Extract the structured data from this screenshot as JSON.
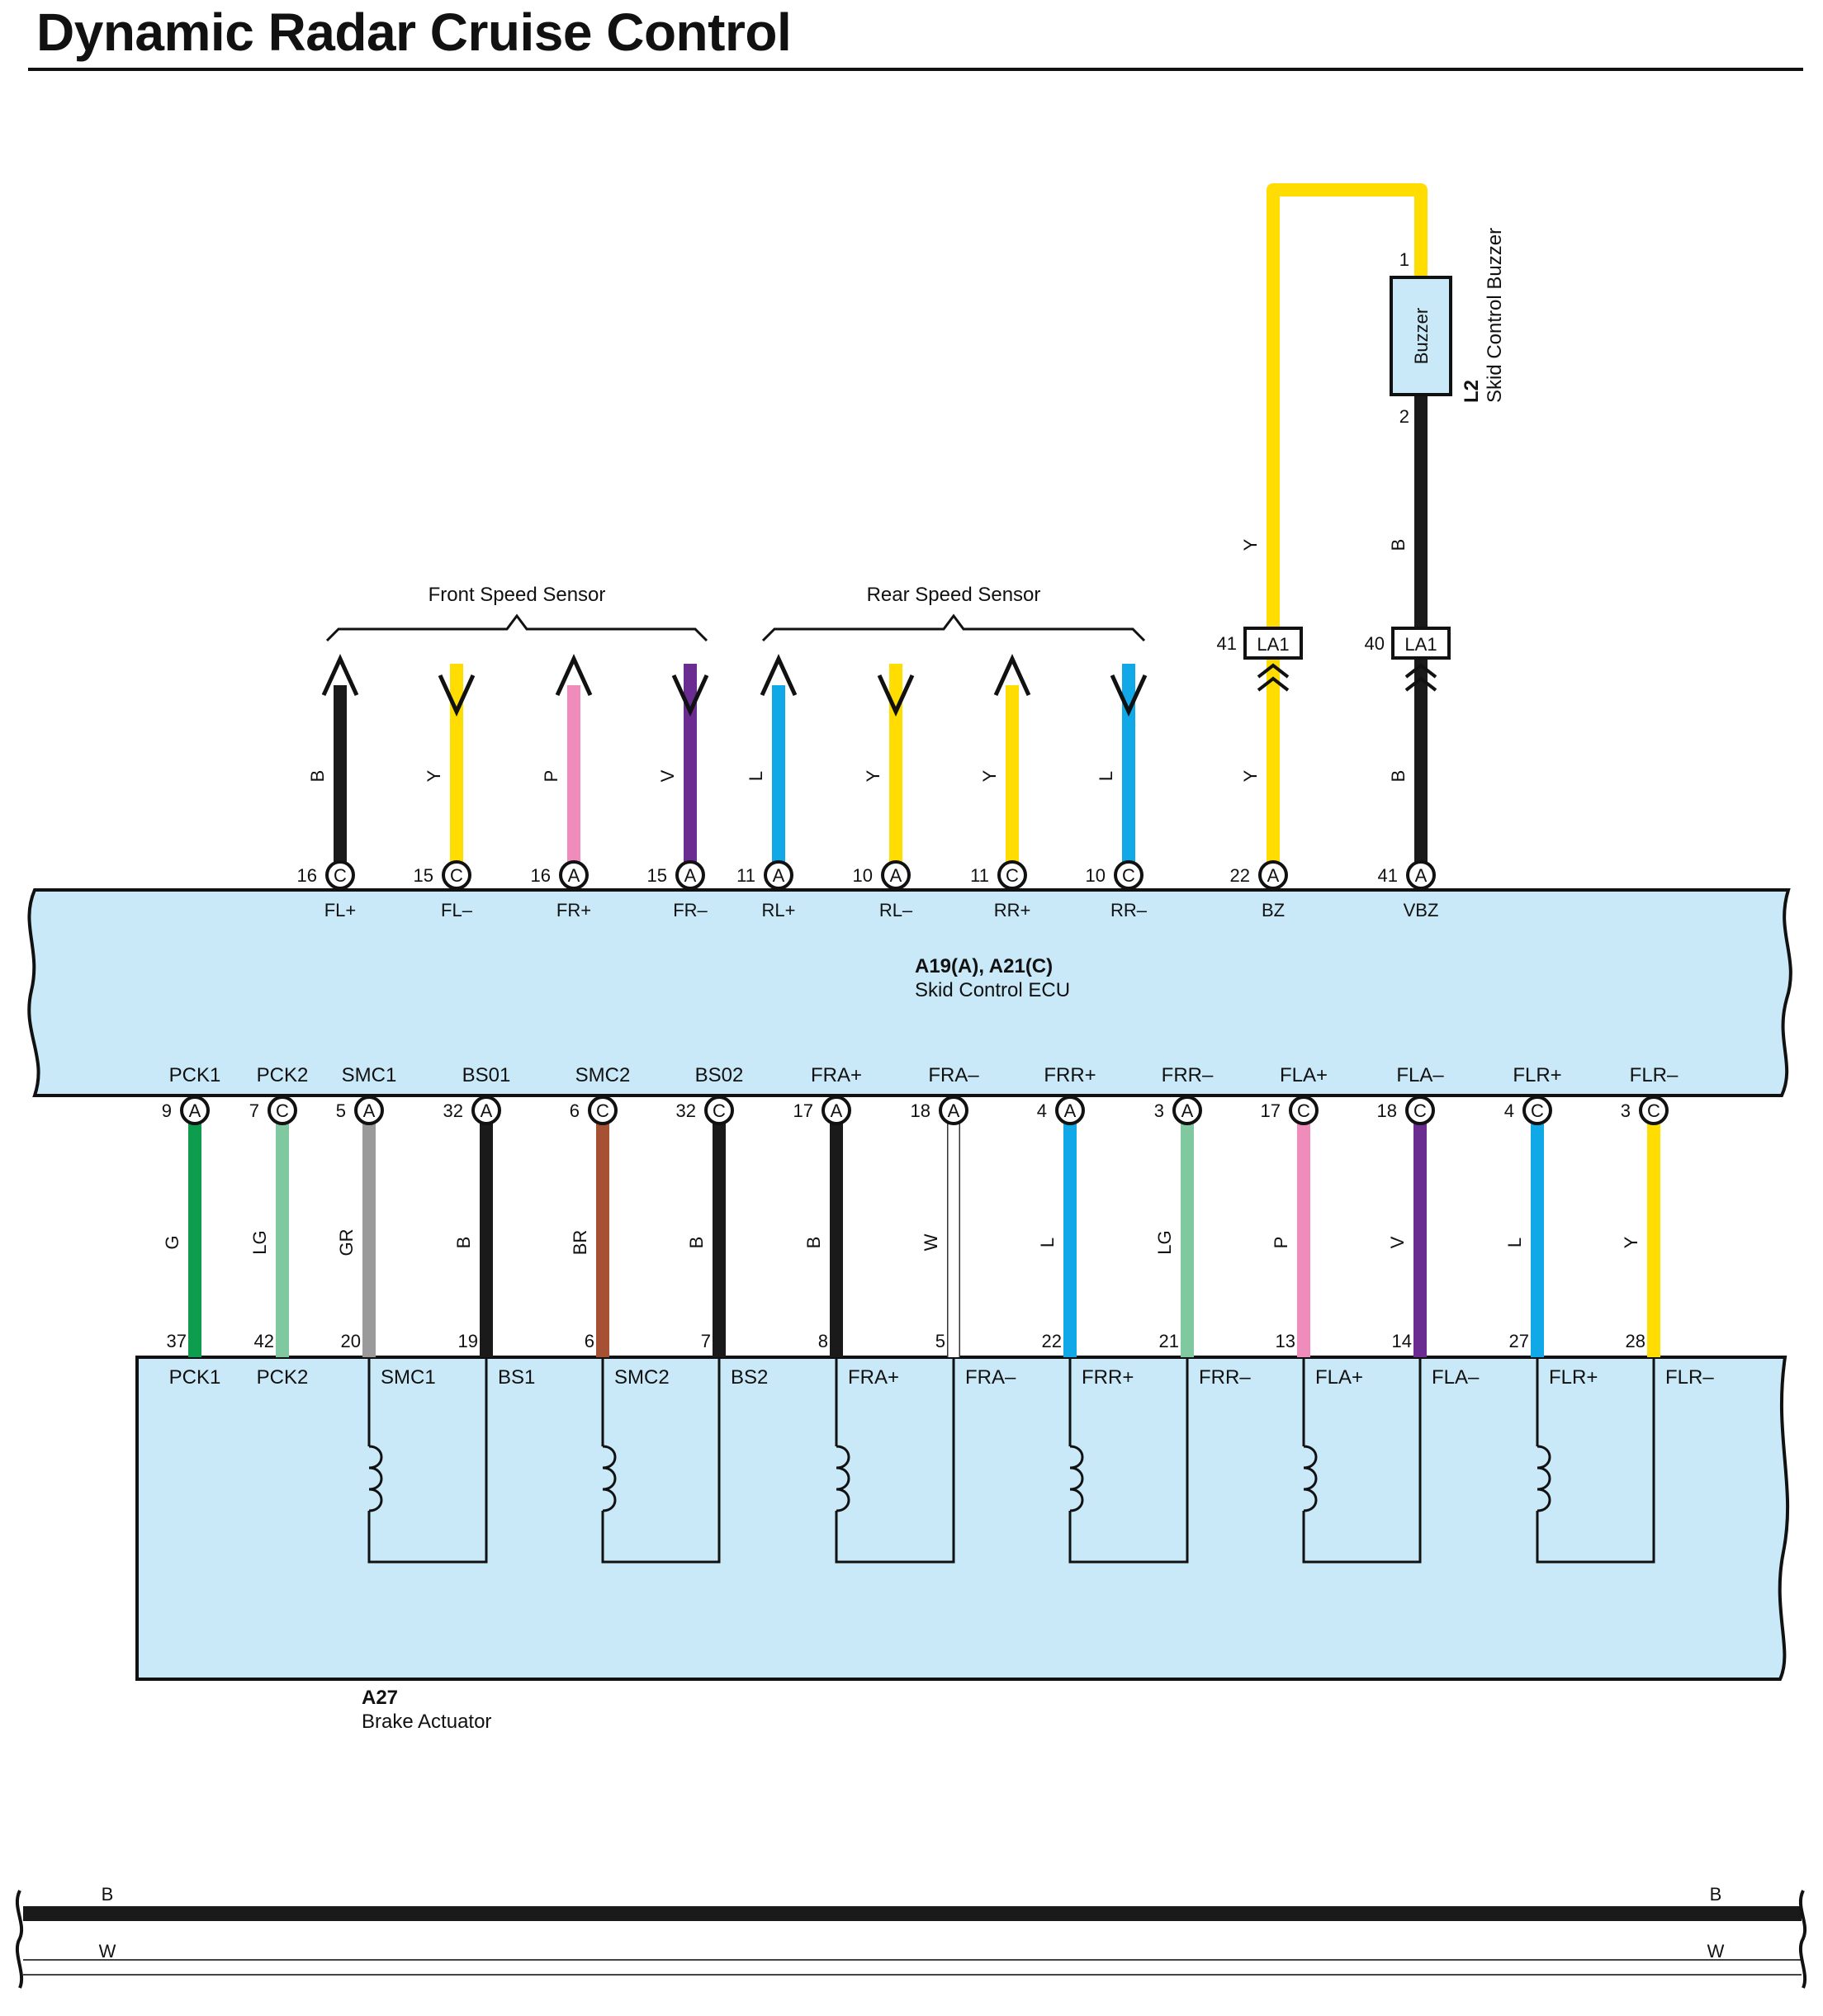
{
  "title": "Dynamic Radar Cruise Control",
  "colors": {
    "B": "#1a1a1a",
    "Y": "#ffdd00",
    "P": "#f08cbc",
    "V": "#6a2c91",
    "L": "#10a8e6",
    "G": "#0e9c4e",
    "LG": "#80c8a0",
    "GR": "#9a9a9a",
    "BR": "#a65133",
    "W": "#ffffff",
    "box_fill": "#c9e9f8"
  },
  "buzzer": {
    "label": "Buzzer",
    "code": "L2",
    "name": "Skid Control Buzzer",
    "pin_top": "1",
    "pin_bottom": "2"
  },
  "groups": {
    "front": "Front Speed Sensor",
    "rear": "Rear Speed Sensor"
  },
  "junctions": [
    {
      "pin": "41",
      "label": "LA1",
      "wire_above": "Y",
      "wire_below": "Y"
    },
    {
      "pin": "40",
      "label": "LA1",
      "wire_above": "B",
      "wire_below": "B"
    }
  ],
  "ecu": {
    "code": "A19(A), A21(C)",
    "name": "Skid Control ECU",
    "top_pins": [
      {
        "pin": "16",
        "conn": "C",
        "label": "FL+",
        "wire": "B",
        "arrow": "up"
      },
      {
        "pin": "15",
        "conn": "C",
        "label": "FL–",
        "wire": "Y",
        "arrow": "down"
      },
      {
        "pin": "16",
        "conn": "A",
        "label": "FR+",
        "wire": "P",
        "arrow": "up"
      },
      {
        "pin": "15",
        "conn": "A",
        "label": "FR–",
        "wire": "V",
        "arrow": "down"
      },
      {
        "pin": "11",
        "conn": "A",
        "label": "RL+",
        "wire": "L",
        "arrow": "up"
      },
      {
        "pin": "10",
        "conn": "A",
        "label": "RL–",
        "wire": "Y",
        "arrow": "down"
      },
      {
        "pin": "11",
        "conn": "C",
        "label": "RR+",
        "wire": "Y",
        "arrow": "up"
      },
      {
        "pin": "10",
        "conn": "C",
        "label": "RR–",
        "wire": "L",
        "arrow": "down"
      },
      {
        "pin": "22",
        "conn": "A",
        "label": "BZ",
        "wire": "Y",
        "arrow": "none"
      },
      {
        "pin": "41",
        "conn": "A",
        "label": "VBZ",
        "wire": "B",
        "arrow": "none"
      }
    ],
    "bottom_pins": [
      {
        "label": "PCK1",
        "pin": "9",
        "conn": "A",
        "wire": "G"
      },
      {
        "label": "PCK2",
        "pin": "7",
        "conn": "C",
        "wire": "LG"
      },
      {
        "label": "SMC1",
        "pin": "5",
        "conn": "A",
        "wire": "GR"
      },
      {
        "label": "BS01",
        "pin": "32",
        "conn": "A",
        "wire": "B"
      },
      {
        "label": "SMC2",
        "pin": "6",
        "conn": "C",
        "wire": "BR"
      },
      {
        "label": "BS02",
        "pin": "32",
        "conn": "C",
        "wire": "B"
      },
      {
        "label": "FRA+",
        "pin": "17",
        "conn": "A",
        "wire": "B"
      },
      {
        "label": "FRA–",
        "pin": "18",
        "conn": "A",
        "wire": "W"
      },
      {
        "label": "FRR+",
        "pin": "4",
        "conn": "A",
        "wire": "L"
      },
      {
        "label": "FRR–",
        "pin": "3",
        "conn": "A",
        "wire": "LG"
      },
      {
        "label": "FLA+",
        "pin": "17",
        "conn": "C",
        "wire": "P"
      },
      {
        "label": "FLA–",
        "pin": "18",
        "conn": "C",
        "wire": "V"
      },
      {
        "label": "FLR+",
        "pin": "4",
        "conn": "C",
        "wire": "L"
      },
      {
        "label": "FLR–",
        "pin": "3",
        "conn": "C",
        "wire": "Y"
      }
    ]
  },
  "actuator": {
    "code": "A27",
    "name": "Brake Actuator",
    "pins": [
      {
        "pin": "37",
        "label": "PCK1"
      },
      {
        "pin": "42",
        "label": "PCK2"
      },
      {
        "pin": "20",
        "label": "SMC1"
      },
      {
        "pin": "19",
        "label": "BS1"
      },
      {
        "pin": "6",
        "label": "SMC2"
      },
      {
        "pin": "7",
        "label": "BS2"
      },
      {
        "pin": "8",
        "label": "FRA+"
      },
      {
        "pin": "5",
        "label": "FRA–"
      },
      {
        "pin": "22",
        "label": "FRR+"
      },
      {
        "pin": "21",
        "label": "FRR–"
      },
      {
        "pin": "13",
        "label": "FLA+"
      },
      {
        "pin": "14",
        "label": "FLA–"
      },
      {
        "pin": "27",
        "label": "FLR+"
      },
      {
        "pin": "28",
        "label": "FLR–"
      }
    ]
  },
  "legend_wires": [
    {
      "color": "B",
      "left_label": "B",
      "right_label": "B"
    },
    {
      "color": "W",
      "left_label": "W",
      "right_label": "W"
    }
  ]
}
